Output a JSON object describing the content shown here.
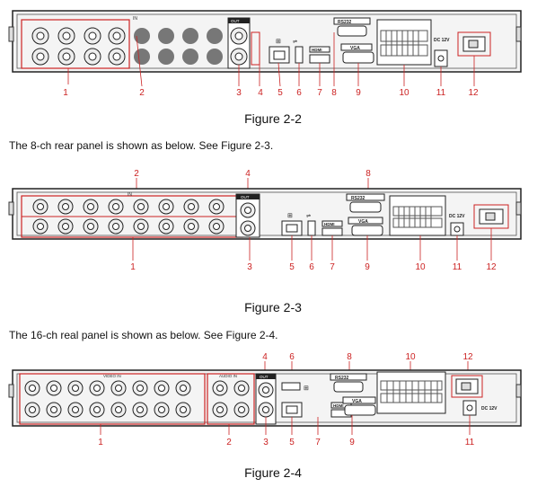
{
  "figures": [
    {
      "caption": "Figure 2-2",
      "panel_labels": {
        "in": "IN",
        "out": "OUT",
        "rs232": "RS232",
        "vga": "VGA",
        "hdmi": "HDMI",
        "dc": "DC 12V"
      },
      "callouts": [
        "1",
        "2",
        "3",
        "4",
        "5",
        "6",
        "7",
        "8",
        "9",
        "10",
        "11",
        "12"
      ]
    },
    {
      "caption": "Figure 2-3",
      "intro": "The 8-ch rear panel is shown as below. See Figure 2-3.",
      "panel_labels": {
        "in": "IN",
        "out": "OUT",
        "rs232": "RS232",
        "vga": "VGA",
        "hdmi": "HDMI",
        "dc": "DC 12V"
      },
      "callouts": [
        "1",
        "2",
        "3",
        "4",
        "5",
        "6",
        "7",
        "8",
        "9",
        "10",
        "11",
        "12"
      ]
    },
    {
      "caption": "Figure 2-4",
      "intro": "The 16-ch real panel is shown as below. See Figure 2-4.",
      "panel_labels": {
        "video_in": "VIDEO IN",
        "audio_in": "AUDIO IN",
        "out": "OUT",
        "rs232": "RS232",
        "vga": "VGA",
        "hdmi": "HDMI",
        "dc": "DC 12V"
      },
      "callouts": [
        "1",
        "2",
        "3",
        "4",
        "5",
        "6",
        "7",
        "8",
        "9",
        "10",
        "11",
        "12"
      ]
    }
  ]
}
